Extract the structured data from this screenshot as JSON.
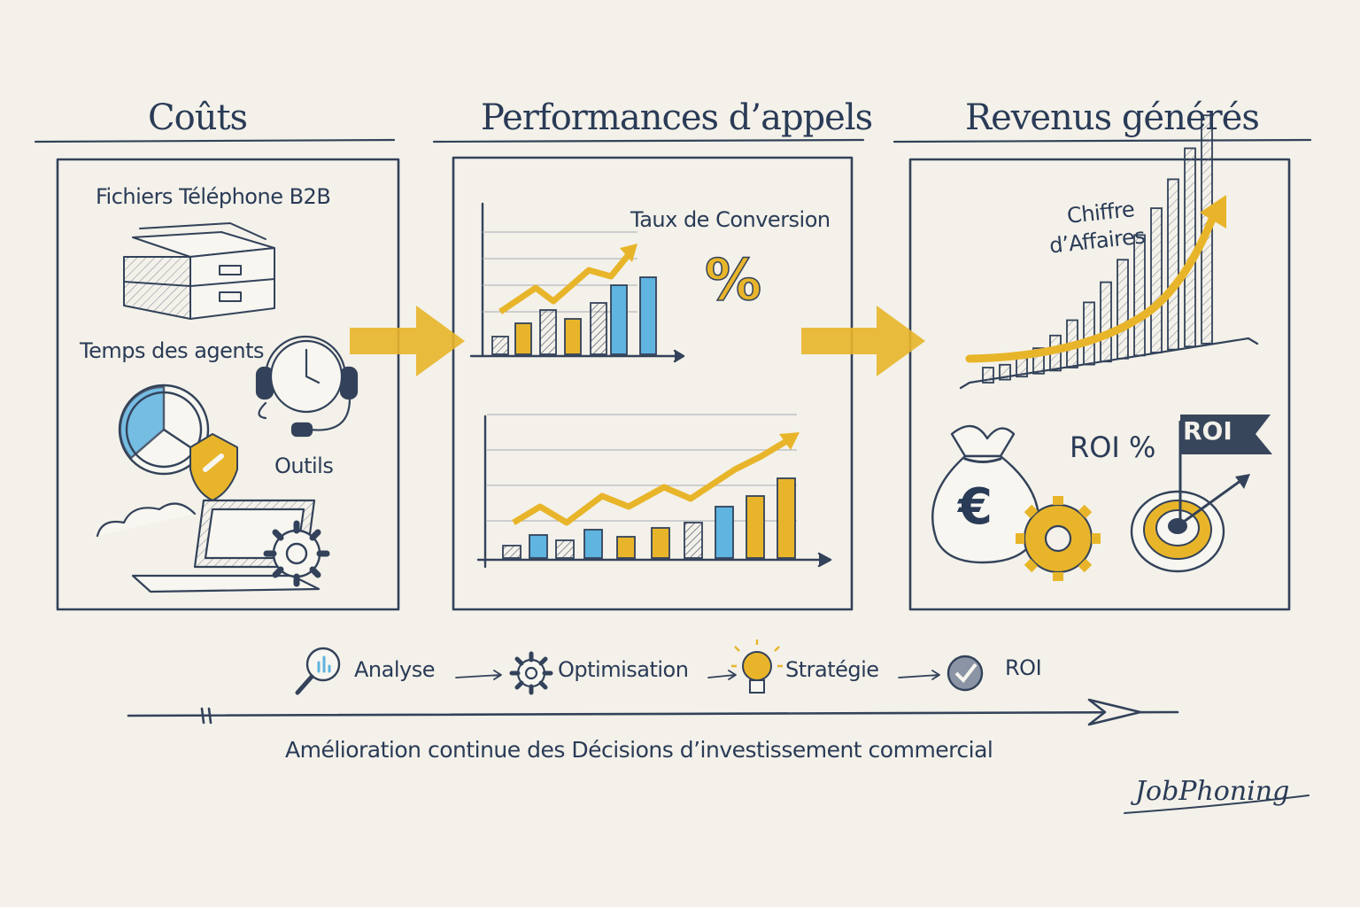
{
  "columns": [
    {
      "title": "Coûts"
    },
    {
      "title": "Performances d’appels"
    },
    {
      "title": "Revenus générés"
    }
  ],
  "costs": {
    "files_label": "Fichiers Téléphone B2B",
    "agents_label": "Temps des agents",
    "tools_label": "Outils"
  },
  "performance": {
    "conversion_label": "Taux de Conversion",
    "percent_symbol": "%"
  },
  "revenue": {
    "ca_line1": "Chiffre",
    "ca_line2": "d’Affaires",
    "roi_percent": "ROI %",
    "roi_flag": "ROI",
    "euro_symbol": "€"
  },
  "process": [
    {
      "label": "Analyse",
      "icon": "magnifier-icon"
    },
    {
      "label": "Optimisation",
      "icon": "gear-icon"
    },
    {
      "label": "Stratégie",
      "icon": "lightbulb-icon"
    },
    {
      "label": "ROI",
      "icon": "checkmark-icon"
    }
  ],
  "footer": {
    "caption": "Amélioration continue des Décisions d’investissement commercial",
    "brand": "JobPhoning"
  },
  "colors": {
    "ink": "#2a3b57",
    "gold": "#e8b52a",
    "blue": "#5fb4e0",
    "paper": "#f3f1e9"
  }
}
